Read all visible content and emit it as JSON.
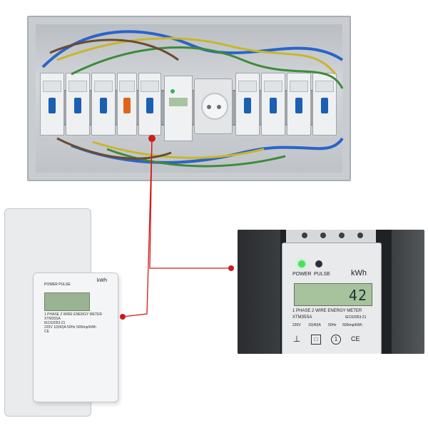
{
  "photo_meter": {
    "power_label": "POWER",
    "pulse_label": "PULSE",
    "unit_label": "kWh",
    "lcd_reading": "42",
    "title_line": "1 PHASE 2 WIRE ENERGY METER",
    "model": "XTM35SA",
    "standard": "IEC62053-21",
    "spec_voltage": "220V",
    "spec_current": "10(40)A",
    "spec_frequency": "50Hz",
    "spec_constant": "500imp/kWh",
    "symbol_ce": "CE"
  },
  "left_meter": {
    "power_label": "POWER  PULSE",
    "unit_label": "kWh",
    "title_line": "1 PHASE 2 WIRE ENERGY METER",
    "model": "XTM35SA",
    "standard": "IEC62053-21",
    "spec_line": "220V 10(40)A 50Hz 500imp/kWh",
    "symbol_ce": "CE"
  },
  "colors": {
    "connector_line": "#d11a1a",
    "breaker_toggle": "#1a5fb4",
    "wire_blue": "#2a64c9",
    "wire_yellow": "#c9b62a",
    "wire_green": "#3e8a3b",
    "wire_brown": "#6d4a2f"
  }
}
